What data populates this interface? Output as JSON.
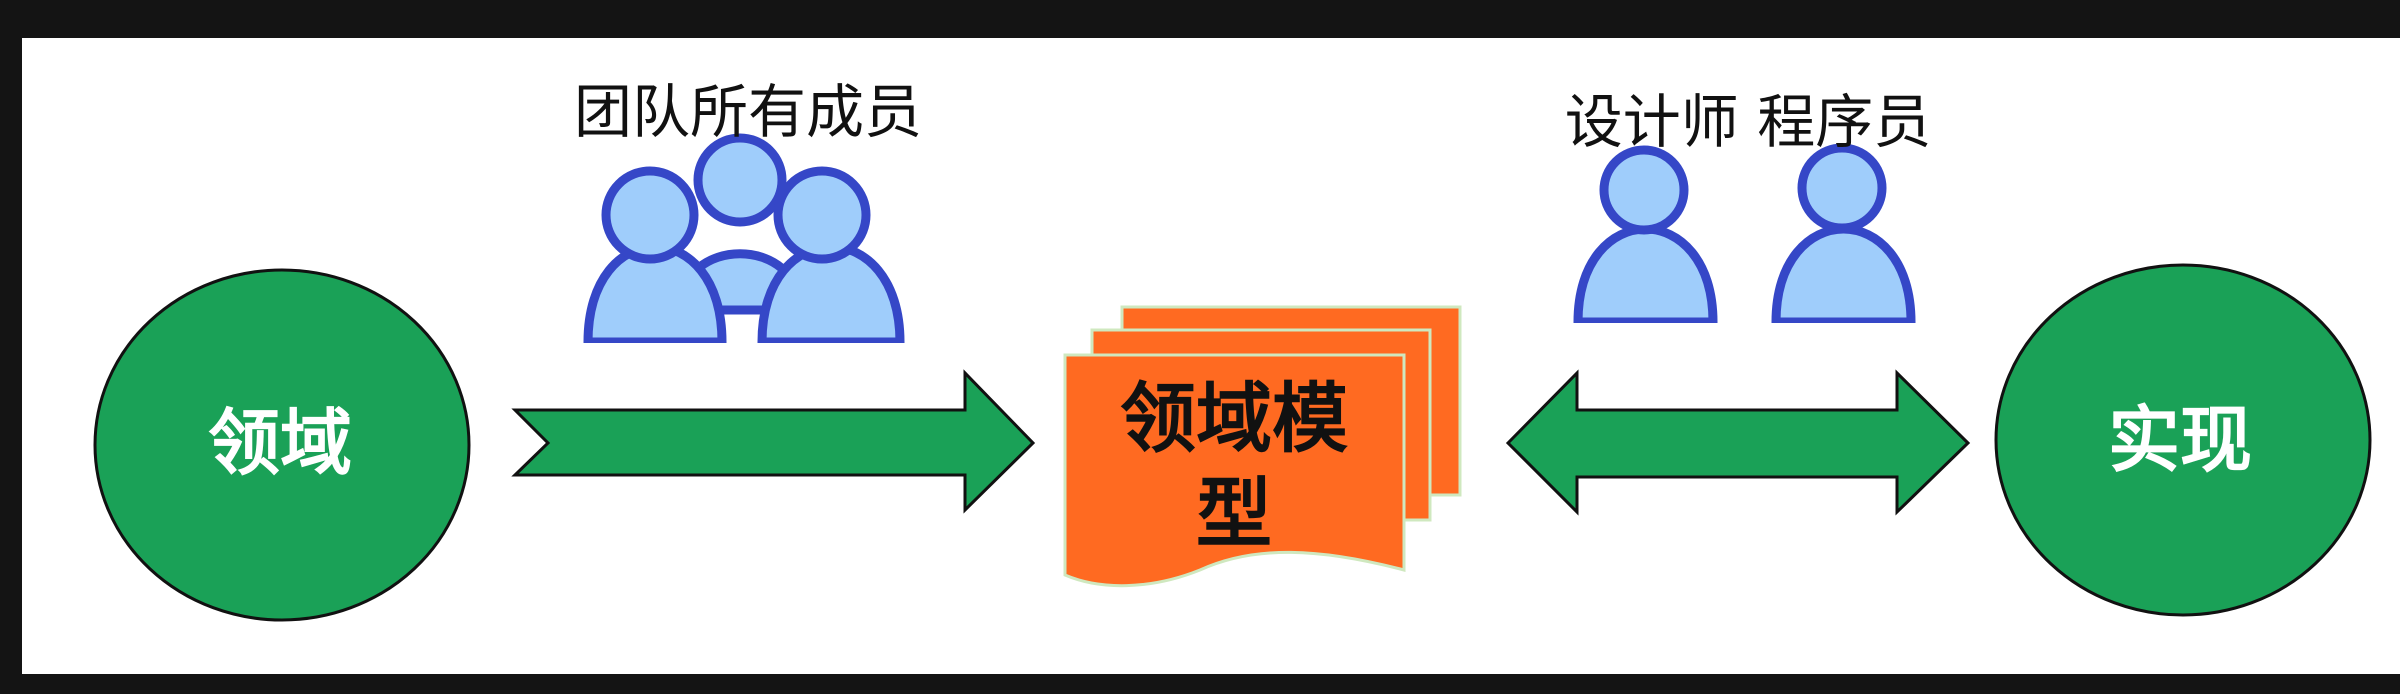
{
  "labels": {
    "domain": "领域",
    "team": "团队所有成员",
    "model_line1": "领域模",
    "model_line2": "型",
    "designers": "设计师 程序员",
    "implementation": "实现"
  },
  "colors": {
    "frame_background": "#141414",
    "canvas": "#ffffff",
    "green": "#1aa157",
    "orange": "#ff6a21",
    "person_fill": "#9fcdfb",
    "person_stroke": "#3547c7",
    "text_dark": "#111111",
    "text_light": "#ffffff"
  },
  "icons": {
    "team_group": "people-group-icon",
    "person": "person-icon",
    "document_stack": "stacked-documents-icon"
  }
}
